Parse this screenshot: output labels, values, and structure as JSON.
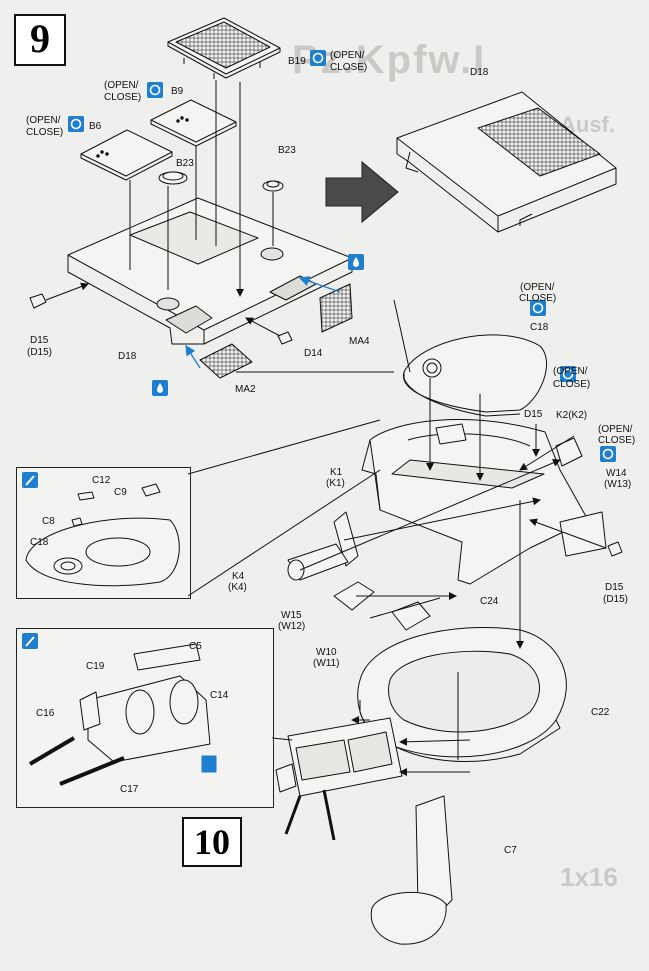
{
  "steps": {
    "step9": "9",
    "step10": "10"
  },
  "ghost_text": {
    "heading": "Pz.Kpfw.I",
    "sub": "Ausf.",
    "qty": "1x16"
  },
  "labels": {
    "b19": "B19",
    "b19_open": "(OPEN/",
    "b19_close": "CLOSE)",
    "b9": "B9",
    "b9_open": "(OPEN/",
    "b9_close": "CLOSE)",
    "b6": "B6",
    "b6_open": "(OPEN/",
    "b6_close": "CLOSE)",
    "b23_left": "B23",
    "b23_right": "B23",
    "d18_top": "D18",
    "d18_hull": "D18",
    "d15_a": "D15",
    "d15_b": "(D15)",
    "d14": "D14",
    "ma4": "MA4",
    "ma2": "MA2",
    "c18_open": "(OPEN/",
    "c18_close": "CLOSE)",
    "c18": "C18",
    "d15_turret": "D15",
    "k2_open": "(OPEN/",
    "k2_close": "CLOSE)",
    "k2": "K2(K2)",
    "w14_open": "(OPEN/",
    "w14_close": "CLOSE)",
    "w14_a": "W14",
    "w14_b": "(W13)",
    "k1_a": "K1",
    "k1_b": "(K1)",
    "k4_a": "K4",
    "k4_b": "(K4)",
    "w15_a": "W15",
    "w15_b": "(W12)",
    "w10_a": "W10",
    "w10_b": "(W11)",
    "c24": "C24",
    "d15_right_a": "D15",
    "d15_right_b": "(D15)",
    "c22": "C22",
    "c7": "C7",
    "inset1_c12": "C12",
    "inset1_c9": "C9",
    "inset1_c8": "C8",
    "inset1_c18": "C18",
    "inset2_c5": "C5",
    "inset2_c19": "C19",
    "inset2_c14": "C14",
    "inset2_c16": "C16",
    "inset2_c17": "C17"
  },
  "colors": {
    "ink": "#111111",
    "paper": "#efefed",
    "badge_blue": "#1e7fd0",
    "arrow_gray": "#4a4a4a"
  }
}
